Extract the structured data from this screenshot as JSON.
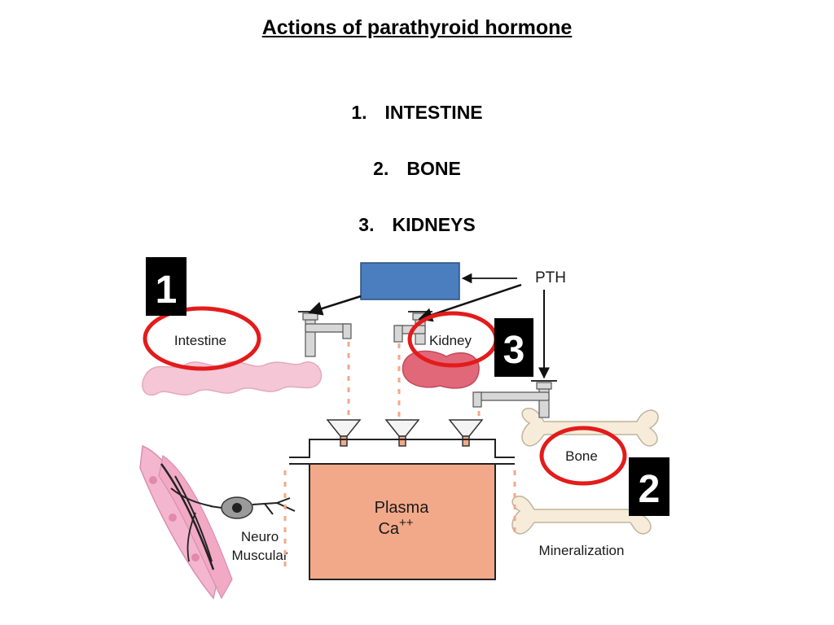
{
  "slide": {
    "title": "Actions of parathyroid hormone",
    "list": [
      {
        "num": "1.",
        "label": "INTESTINE"
      },
      {
        "num": "2.",
        "label": "BONE"
      },
      {
        "num": "3.",
        "label": "KIDNEYS"
      }
    ]
  },
  "diagram": {
    "pth_label": "PTH",
    "intestine_label": "Intestine",
    "kidney_label": "Kidney",
    "bone_label": "Bone",
    "mineralization_label": "Mineralization",
    "neuro_label": "Neuro",
    "muscular_label": "Muscular",
    "plasma_label": "Plasma",
    "ca_label": "Ca",
    "ca_superscript": "++"
  },
  "badges": {
    "intestine": "1",
    "bone": "2",
    "kidney": "3"
  },
  "colors": {
    "highlight_circle": "#e31b1b",
    "hormone_box": "#4a7ebf",
    "badge_bg": "#000000",
    "tank": "#f2a98a",
    "intestine": "#f4c6d6",
    "kidney": "#e06878",
    "bone": "#f6ecd9",
    "muscle": "#f4b6cf"
  }
}
